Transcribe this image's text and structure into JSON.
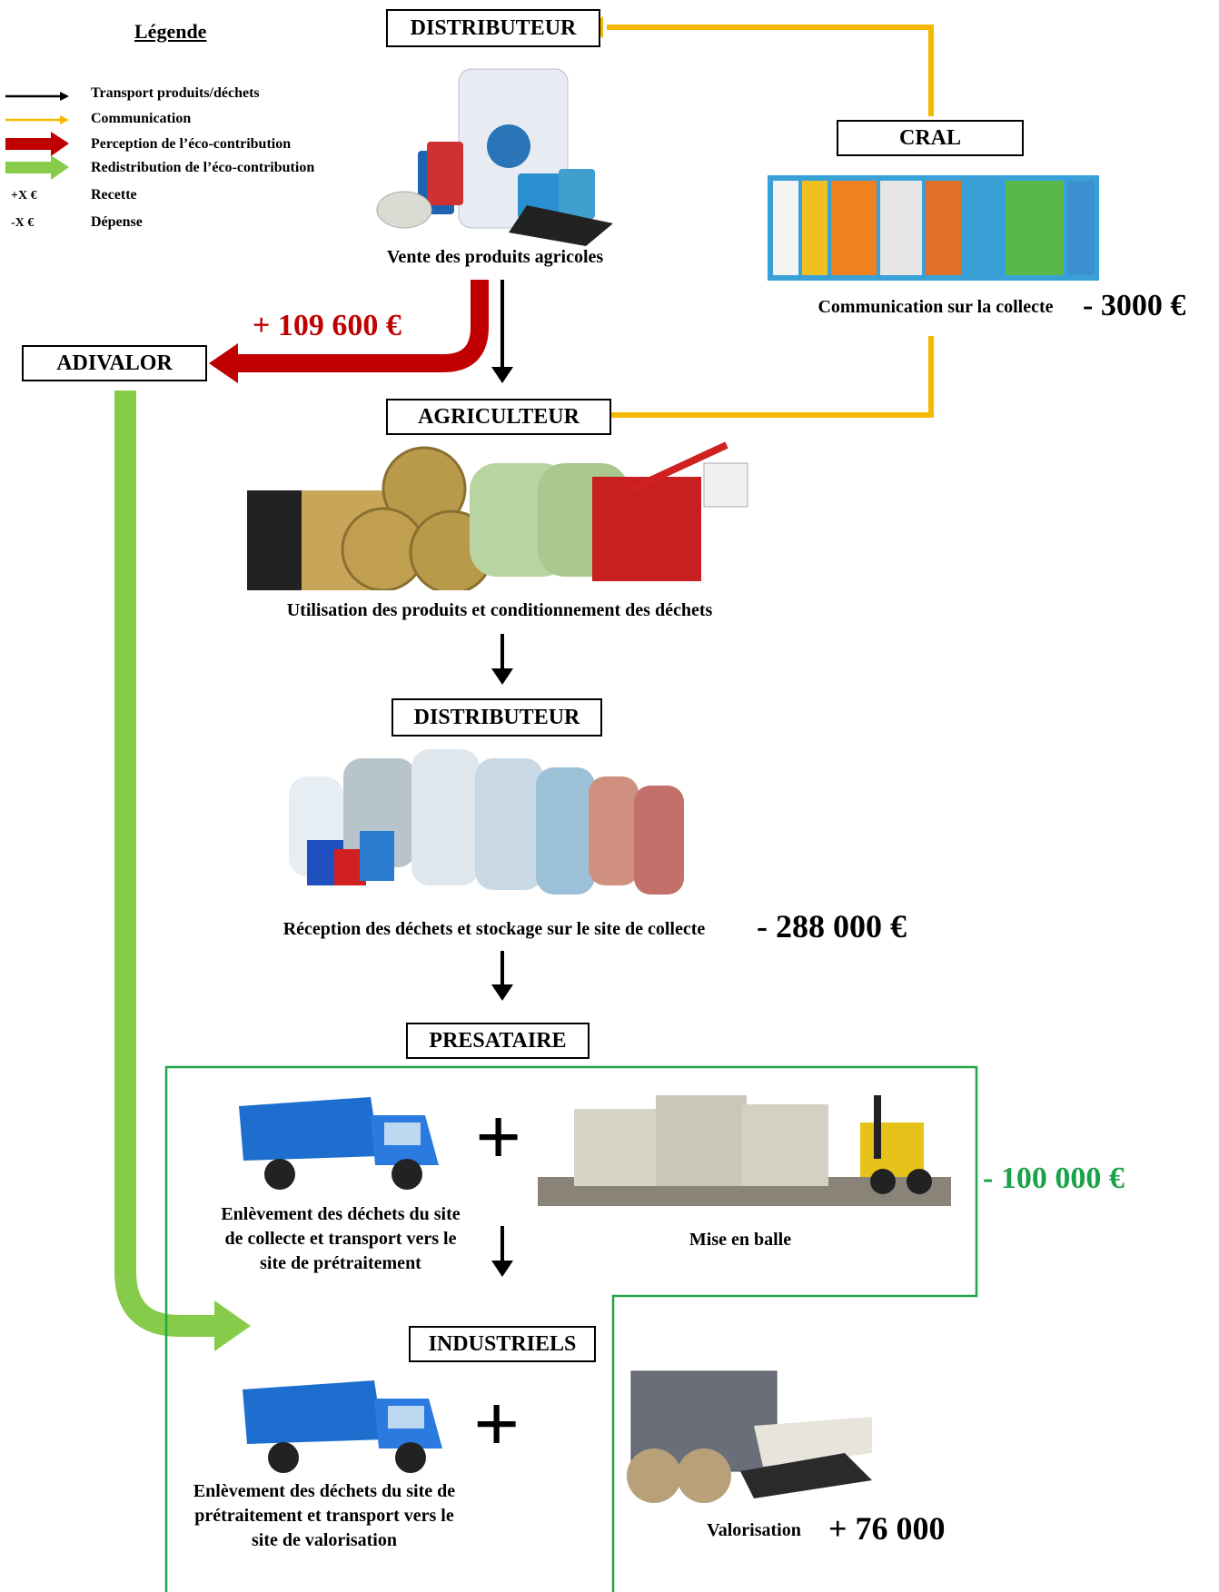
{
  "legend": {
    "title": "Légende",
    "items": [
      {
        "symbol": "",
        "label": "Transport produits/déchets",
        "kind": "black-arrow",
        "color": "#000000"
      },
      {
        "symbol": "",
        "label": "Communication",
        "kind": "yellow-arrow",
        "color": "#f5b800"
      },
      {
        "symbol": "",
        "label": "Perception de l’éco-contribution",
        "kind": "red-arrow",
        "color": "#c00000"
      },
      {
        "symbol": "",
        "label": "Redistribution de l’éco-contribution",
        "kind": "green-arrow",
        "color": "#86cc4a"
      },
      {
        "symbol": "+X €",
        "label": "Recette",
        "kind": "text"
      },
      {
        "symbol": "-X €",
        "label": "Dépense",
        "kind": "text"
      }
    ]
  },
  "nodes": {
    "distributeur_top": "DISTRIBUTEUR",
    "cral": "CRAL",
    "adivalor": "ADIVALOR",
    "agriculteur": "AGRICULTEUR",
    "distributeur_mid": "DISTRIBUTEUR",
    "presataire": "PRESATAIRE",
    "industriels": "INDUSTRIELS"
  },
  "captions": {
    "vente": "Vente des produits agricoles",
    "communication": "Communication sur la collecte",
    "utilisation": "Utilisation des produits et conditionnement des déchets",
    "reception": "Réception des déchets et stockage sur le site de collecte",
    "enlevement1": "Enlèvement des déchets du site de collecte et transport vers le site de prétraitement",
    "mise_en_balle": "Mise en balle",
    "enlevement2": "Enlèvement des déchets du site de prétraitement et transport vers le site de valorisation",
    "valorisation": "Valorisation"
  },
  "amounts": {
    "perception": "+ 109 600 €",
    "communication": "- 3000 €",
    "reception": "- 288 000 €",
    "prestataire": "- 100 000 €",
    "valorisation": "+ 76 000"
  },
  "plus_sign": "+",
  "colors": {
    "red": "#c00000",
    "green_text": "#1aa34a",
    "green_arrow": "#86cc4a",
    "yellow": "#f5b800",
    "box_green": "#22a44a"
  }
}
